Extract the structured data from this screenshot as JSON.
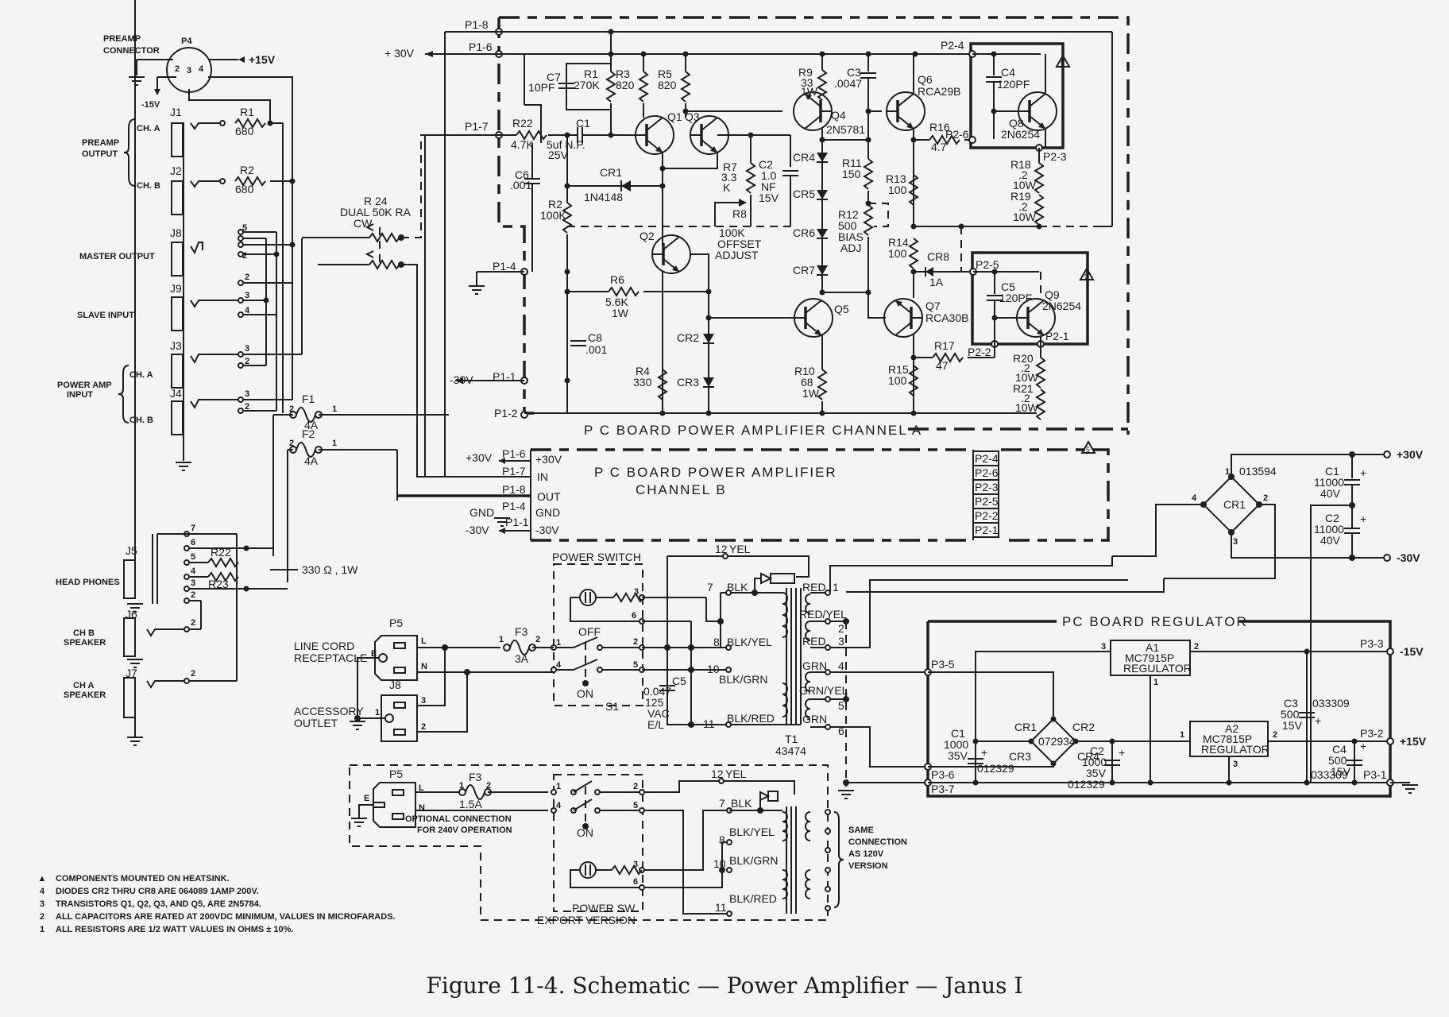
{
  "figure": {
    "caption": "Figure 11-4.  Schematic — Power Amplifier — Janus I"
  },
  "notes": [
    {
      "mark": "▲",
      "text": "COMPONENTS MOUNTED ON HEATSINK."
    },
    {
      "mark": "4",
      "text": "DIODES CR2 THRU CR8 ARE 064089 1AMP 200V."
    },
    {
      "mark": "3",
      "text": "TRANSISTORS Q1, Q2, Q3, AND Q5, ARE 2N5784."
    },
    {
      "mark": "2",
      "text": "ALL CAPACITORS ARE RATED AT 200VDC MINIMUM, VALUES IN MICROFARADS."
    },
    {
      "mark": "1",
      "text": "ALL RESISTORS ARE 1/2 WATT VALUES IN OHMS ± 10%."
    }
  ],
  "left_panel": {
    "p4": {
      "name": "P4",
      "label1": "PREAMP",
      "label2": "CONNECTOR",
      "plus": "+15V",
      "minus": "-15V",
      "pins": [
        "2",
        "3",
        "4"
      ]
    },
    "preamp_output": {
      "label1": "PREAMP",
      "label2": "OUTPUT",
      "ch_a": "CH. A",
      "ch_b": "CH. B"
    },
    "j1": "J1",
    "j2": "J2",
    "j8": "J8",
    "j9": "J9",
    "j3": "J3",
    "j4": "J4",
    "j5": "J5",
    "j6": "J6",
    "j7": "J7",
    "r1": {
      "name": "R1",
      "value": "680"
    },
    "r2": {
      "name": "R2",
      "value": "680"
    },
    "master_output": "MASTER OUTPUT",
    "slave_input": "SLAVE INPUT",
    "power_amp_input": {
      "label1": "POWER AMP",
      "label2": "INPUT",
      "ch_a": "CH. A",
      "ch_b": "CH. B"
    },
    "headphones": "HEAD PHONES",
    "ch_b_speaker": {
      "label1": "CH B",
      "label2": "SPEAKER"
    },
    "ch_a_speaker": {
      "label1": "CH A",
      "label2": "SPEAKER"
    },
    "r24": {
      "name": "R 24",
      "value": "DUAL 50K RA",
      "cw": "CW"
    },
    "f1": {
      "name": "F1",
      "value": "4A"
    },
    "f2": {
      "name": "F2",
      "value": "4A"
    },
    "r22": "R22",
    "r23": "R23",
    "hp_res": "330 Ω , 1W",
    "pin1": "1",
    "pin2": "2",
    "pin3": "3",
    "pin4": "4",
    "pin5": "5",
    "pin6": "6",
    "pin7": "7"
  },
  "channel_a": {
    "title": "P C BOARD POWER AMPLIFIER CHANNEL A",
    "supply_pos": "+ 30V",
    "supply_neg": "-30V",
    "pins": {
      "p1_8": "P1-8",
      "p1_6": "P1-6",
      "p1_7": "P1-7",
      "p1_4": "P1-4",
      "p1_1": "P1-1",
      "p1_2": "P1-2",
      "p2_4": "P2-4",
      "p2_6": "P2-6",
      "p2_3": "P2-3",
      "p2_5": "P2-5",
      "p2_2": "P2-2",
      "p2_1": "P2-1"
    },
    "components": {
      "c7": {
        "name": "C7",
        "value": "10PF"
      },
      "r1": {
        "name": "R1",
        "value": "270K"
      },
      "r3": {
        "name": "R3",
        "value": "820"
      },
      "r5": {
        "name": "R5",
        "value": "820"
      },
      "r9": {
        "name": "R9",
        "value": "33",
        "watt": "1W"
      },
      "c3": {
        "name": "C3",
        "value": ".0047"
      },
      "q6": {
        "name": "Q6",
        "value": "RCA29B"
      },
      "c4": {
        "name": "C4",
        "value": "120PF"
      },
      "q8": {
        "name": "Q8",
        "value": "2N6254"
      },
      "r22": {
        "name": "R22",
        "value": "4.7K"
      },
      "c1": {
        "name": "C1",
        "value": "5uf N.P.",
        "volt": "25V"
      },
      "q1": {
        "name": "Q1"
      },
      "q3": {
        "name": "Q3"
      },
      "q4": {
        "name": "Q4",
        "value": "2N5781"
      },
      "r16": {
        "name": "R16",
        "value": "4.7"
      },
      "c6": {
        "name": "C6",
        "value": ".001"
      },
      "cr1": {
        "name": "CR1",
        "value": "1N4148"
      },
      "r7": {
        "name": "R7",
        "value": "3.3",
        "unit": "K"
      },
      "c2": {
        "name": "C2",
        "value": "1.0",
        "unit": "NF",
        "volt": "15V"
      },
      "cr4": "CR4",
      "cr5": "CR5",
      "cr6": "CR6",
      "cr7": "CR7",
      "r11": {
        "name": "R11",
        "value": "150"
      },
      "r13": {
        "name": "R13",
        "value": "100"
      },
      "r18": {
        "name": "R18",
        "value": ".2",
        "watt": "10W"
      },
      "r19": {
        "name": "R19",
        "value": ".2",
        "watt": "10W"
      },
      "r2": {
        "name": "R2",
        "value": "100K"
      },
      "r8": {
        "name": "R8",
        "value": "100K",
        "label1": "OFFSET",
        "label2": "ADJUST"
      },
      "q2": {
        "name": "Q2"
      },
      "r12": {
        "name": "R12",
        "value": "500",
        "label1": "BIAS",
        "label2": "ADJ"
      },
      "r14": {
        "name": "R14",
        "value": "100"
      },
      "cr8": {
        "name": "CR8",
        "value": "1A"
      },
      "c5": {
        "name": "C5",
        "value": "120PF"
      },
      "q9": {
        "name": "Q9",
        "value": "2N6254"
      },
      "r6": {
        "name": "R6",
        "value": "5.6K",
        "watt": "1W"
      },
      "c8": {
        "name": "C8",
        "value": ".001"
      },
      "cr2": "CR2",
      "cr3": "CR3",
      "q5": {
        "name": "Q5"
      },
      "q7": {
        "name": "Q7",
        "value": "RCA30B"
      },
      "r17": {
        "name": "R17",
        "value": "47"
      },
      "r4": {
        "name": "R4",
        "value": "330"
      },
      "r10": {
        "name": "R10",
        "value": "68",
        "watt": "1W"
      },
      "r15": {
        "name": "R15",
        "value": "100"
      },
      "r20": {
        "name": "R20",
        "value": ".2",
        "watt": "10W"
      },
      "r21": {
        "name": "R21",
        "value": ".2",
        "watt": "10W"
      }
    }
  },
  "channel_b": {
    "title1": "P C  BOARD POWER AMPLIFIER",
    "title2": "CHANNEL B",
    "left_pins": [
      {
        "ext": "+30V",
        "pin": "P1-6",
        "name": "+30V"
      },
      {
        "ext": "",
        "pin": "P1-7",
        "name": "IN"
      },
      {
        "ext": "",
        "pin": "P1-8",
        "name": "OUT"
      },
      {
        "ext": "GND",
        "pin": "P1-4",
        "name": "GND"
      },
      {
        "ext": "-30V",
        "pin": "P1-1",
        "name": "-30V"
      }
    ],
    "right_pins": [
      "P2-4",
      "P2-6",
      "P2-3",
      "P2-5",
      "P2-2",
      "P2-1"
    ]
  },
  "power_supply": {
    "bridge": {
      "name": "CR1",
      "part": "013594",
      "pins": [
        "1",
        "2",
        "3",
        "4"
      ]
    },
    "c1": {
      "name": "C1",
      "value": "11000",
      "volt": "40V"
    },
    "c2": {
      "name": "C2",
      "value": "11000",
      "volt": "40V"
    },
    "pos": "+30V",
    "neg": "-30V",
    "plus": "+"
  },
  "mains": {
    "power_switch": "POWER SWITCH",
    "s1": "S1",
    "off": "OFF",
    "on": "ON",
    "line_cord": {
      "label1": "LINE CORD",
      "label2": "RECEPTACLE",
      "name": "P5"
    },
    "accessory": {
      "label1": "ACCESSORY",
      "label2": "OUTLET",
      "name": "J8"
    },
    "f3": {
      "name": "F3",
      "value": "3A"
    },
    "c5": {
      "name": "C5",
      "value": "0.047",
      "volt": "125",
      "type1": "VAC",
      "type2": "E/L"
    },
    "pins": {
      "e": "E",
      "l": "L",
      "n": "N"
    },
    "transformer": {
      "name": "T1",
      "part": "43474",
      "primary": [
        {
          "num": "12",
          "color": "YEL"
        },
        {
          "num": "7",
          "color": "BLK"
        },
        {
          "num": "8",
          "color": "BLK/YEL"
        },
        {
          "num": "10",
          "color": "BLK/GRN"
        },
        {
          "num": "11",
          "color": "BLK/RED"
        }
      ],
      "secondary": [
        {
          "num": "1",
          "color": "RED"
        },
        {
          "num": "2",
          "color": "RED/YEL"
        },
        {
          "num": "3",
          "color": "RED"
        },
        {
          "num": "4",
          "color": "GRN"
        },
        {
          "num": "5",
          "color": "GRN/YEL"
        },
        {
          "num": "6",
          "color": "GRN"
        }
      ]
    }
  },
  "regulator": {
    "title": "PC BOARD REGULATOR",
    "a1": {
      "name": "A1",
      "part": "MC7915P",
      "type": "REGULATOR"
    },
    "a2": {
      "name": "A2",
      "part": "MC7815P",
      "type": "REGULATOR"
    },
    "bridge": {
      "part": "072934",
      "diodes": [
        "CR1",
        "CR2",
        "CR3",
        "CR4"
      ]
    },
    "c1": {
      "name": "C1",
      "value": "1000",
      "volt": "35V",
      "part": "012329"
    },
    "c2": {
      "name": "C2",
      "value": "1000",
      "volt": "35V",
      "part": "012329"
    },
    "c3": {
      "name": "C3",
      "value": "500",
      "volt": "15V",
      "part": "033309"
    },
    "c4": {
      "name": "C4",
      "value": "500",
      "volt": "15V",
      "part": "033309"
    },
    "pins": {
      "p3_5": "P3-5",
      "p3_6": "P3-6",
      "p3_7": "P3-7",
      "p3_3": "P3-3",
      "p3_2": "P3-2",
      "p3_1": "P3-1"
    },
    "out_neg": "-15V",
    "out_pos": "+15V"
  },
  "export": {
    "title": "EXPORT VERSION",
    "p5": "P5",
    "f3": {
      "name": "F3",
      "value": "1.5A"
    },
    "optional1": "OPTIONAL CONNECTION",
    "optional2": "FOR 240V OPERATION",
    "on": "ON",
    "power_sw": "POWER SW.",
    "same1": "SAME",
    "same2": "CONNECTION",
    "same3": "AS 120V",
    "same4": "VERSION",
    "primary": [
      {
        "num": "12",
        "color": "YEL"
      },
      {
        "num": "7",
        "color": "BLK"
      },
      {
        "num": "8",
        "color": "BLK/YEL"
      },
      {
        "num": "10",
        "color": "BLK/GRN"
      },
      {
        "num": "11",
        "color": "BLK/RED"
      }
    ]
  }
}
